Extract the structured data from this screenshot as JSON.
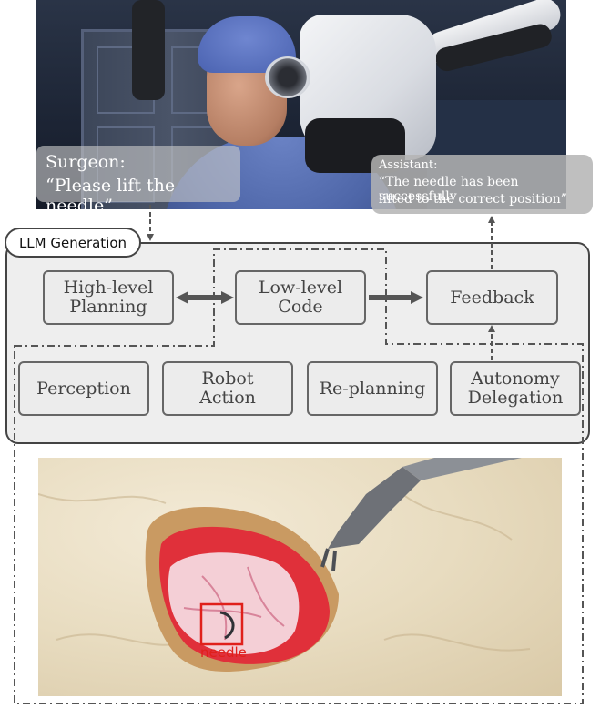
{
  "top_image": {
    "surgeon_bubble": {
      "speaker": "Surgeon:",
      "utterance": "“Please lift the needle”"
    },
    "assistant_bubble": {
      "speaker": "Assistant:",
      "line1": "“The needle has been successfully",
      "line2": "lifted to the correct position”"
    }
  },
  "llm_panel": {
    "label": "LLM Generation",
    "top_row": {
      "high_level": [
        "High-level",
        "Planning"
      ],
      "low_level": [
        "Low-level",
        "Code"
      ],
      "feedback": "Feedback"
    },
    "bottom_row": {
      "perception": "Perception",
      "robot_action": [
        "Robot",
        "Action"
      ],
      "replanning": "Re-planning",
      "autonomy": [
        "Autonomy",
        "Delegation"
      ]
    }
  },
  "bottom_image": {
    "needle_label": "needle",
    "highlight_color": "#e0201b"
  }
}
